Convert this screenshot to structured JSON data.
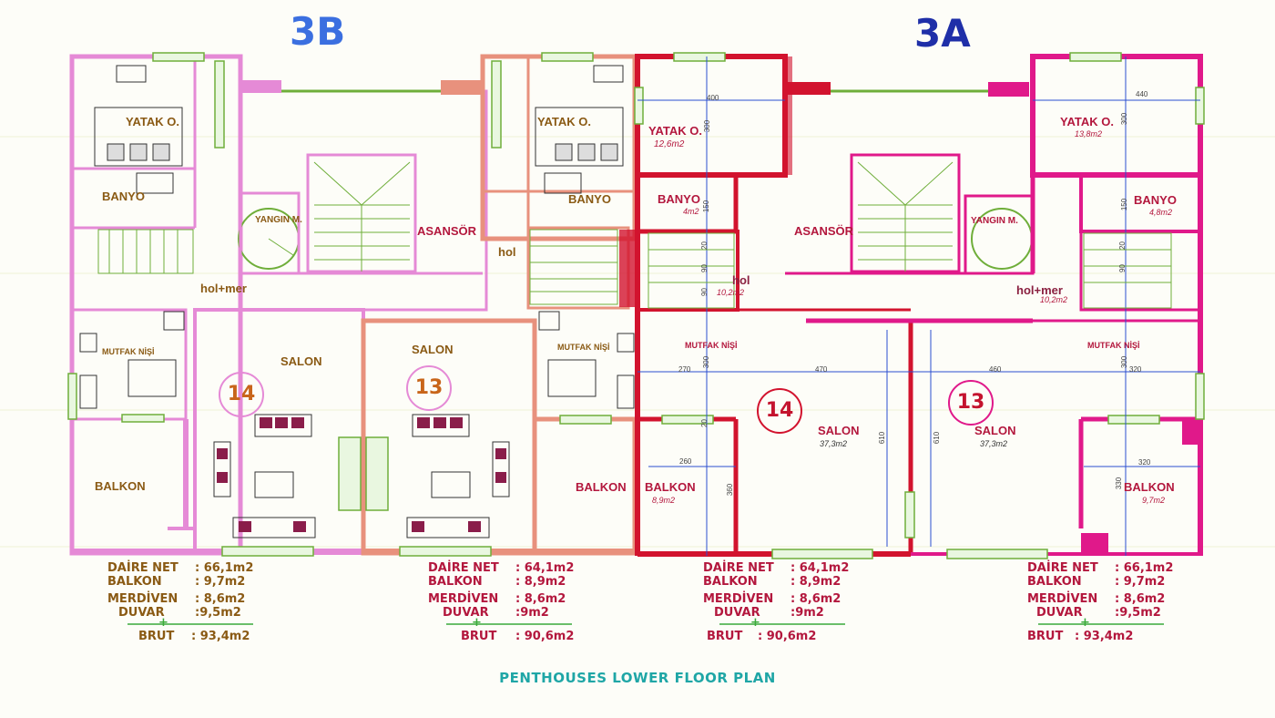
{
  "titles": {
    "left": "3B",
    "right": "3A"
  },
  "rooms_b": {
    "yatak_left": "YATAK O.",
    "banyo_left": "BANYO",
    "yangin": "YANGIN M.",
    "asansor": "ASANSÖR",
    "holmer": "hol+mer",
    "salon_left": "SALON",
    "mutfak_left": "MUTFAK NİŞİ",
    "balkon_left": "BALKON",
    "yatak_right": "YATAK O.",
    "banyo_right": "BANYO",
    "hol": "hol",
    "salon_right": "SALON",
    "mutfak_right": "MUTFAK NİŞİ",
    "balkon_right": "BALKON"
  },
  "rooms_a": {
    "yatak_left": "YATAK O.",
    "yatak_left_area": "12,6m2",
    "banyo_left": "BANYO",
    "banyo_left_area": "4m2",
    "hol": "hol",
    "hol_area": "10,2m2",
    "asansor": "ASANSÖR",
    "yangin": "YANGIN M.",
    "holmer": "hol+mer",
    "holmer_area": "10,2m2",
    "mutfak_left": "MUTFAK NİŞİ",
    "salon_left": "SALON",
    "salon_left_area": "37,3m2",
    "balkon_left": "BALKON",
    "balkon_left_area": "8,9m2",
    "yatak_right": "YATAK O.",
    "yatak_right_area": "13,8m2",
    "banyo_right": "BANYO",
    "banyo_right_area": "4,8m2",
    "mutfak_right": "MUTFAK NİŞİ",
    "salon_right": "SALON",
    "salon_right_area": "37,3m2",
    "balkon_right": "BALKON",
    "balkon_right_area": "9,7m2"
  },
  "dimensions": [
    "400",
    "300",
    "440",
    "300",
    "150",
    "20",
    "90",
    "20",
    "90",
    "270",
    "470",
    "460",
    "320",
    "300",
    "300",
    "260",
    "360",
    "610",
    "610",
    "320",
    "330",
    "20",
    "150",
    "90"
  ],
  "unit_numbers": {
    "b14": "14",
    "b13": "13",
    "a14": "14",
    "a13": "13"
  },
  "area_tables": [
    {
      "rows": [
        [
          "DAİRE NET",
          ": 66,1m2"
        ],
        [
          "BALKON",
          ": 9,7m2"
        ],
        [
          "MERDİVEN",
          ": 8,6m2"
        ],
        [
          "DUVAR",
          ":9,5m2"
        ]
      ],
      "plus": "+",
      "total": [
        "BRUT",
        ": 93,4m2"
      ]
    },
    {
      "rows": [
        [
          "DAİRE NET",
          ": 64,1m2"
        ],
        [
          "BALKON",
          ": 8,9m2"
        ],
        [
          "MERDİVEN",
          ": 8,6m2"
        ],
        [
          "DUVAR",
          ":9m2"
        ]
      ],
      "plus": "+",
      "total": [
        "BRUT",
        ": 90,6m2"
      ]
    },
    {
      "rows": [
        [
          "DAİRE NET",
          ": 64,1m2"
        ],
        [
          "BALKON",
          ": 8,9m2"
        ],
        [
          "MERDİVEN",
          ": 8,6m2"
        ],
        [
          "DUVAR",
          ":9m2"
        ]
      ],
      "plus": "+",
      "total": [
        "BRUT",
        ": 90,6m2"
      ]
    },
    {
      "rows": [
        [
          "DAİRE NET",
          ": 66,1m2"
        ],
        [
          "BALKON",
          ": 9,7m2"
        ],
        [
          "MERDİVEN",
          ": 8,6m2"
        ],
        [
          "DUVAR",
          ":9,5m2"
        ]
      ],
      "plus": "+",
      "total": [
        "BRUT",
        ": 93,4m2"
      ]
    }
  ],
  "caption": "PENTHOUSES LOWER FLOOR PLAN",
  "colors": {
    "title_b": "#3b6fe0",
    "title_a": "#1f2fa8",
    "wall_b": "#e58ad6",
    "wall_b_salmon": "#e8917d",
    "wall_a_red": "#d2132e",
    "wall_a_pink": "#e0198a",
    "window_green": "#6fae3a",
    "text_b": "#8a5a14",
    "text_a": "#b3173d",
    "caption": "#1fa6a6"
  }
}
